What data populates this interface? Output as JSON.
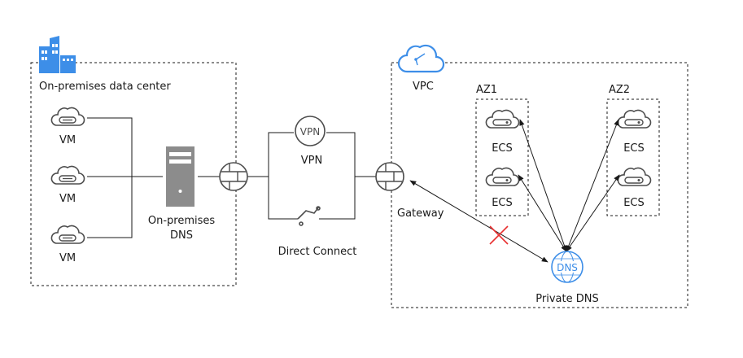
{
  "labels": {
    "onprem_title": "On-premises data center",
    "vm1": "VM",
    "vm2": "VM",
    "vm3": "VM",
    "onprem_dns_line1": "On-premises",
    "onprem_dns_line2": "DNS",
    "vpn_icon_text": "VPN",
    "vpn": "VPN",
    "direct_connect": "Direct Connect",
    "vpc": "VPC",
    "gateway": "Gateway",
    "az1": "AZ1",
    "az2": "AZ2",
    "ecs_az1_top": "ECS",
    "ecs_az1_bottom": "ECS",
    "ecs_az2_top": "ECS",
    "ecs_az2_bottom": "ECS",
    "dns_icon_text": "DNS",
    "private_dns": "Private DNS"
  },
  "colors": {
    "accent_blue": "#3d8ee8",
    "blocked_red": "#e83030",
    "line": "#1a1a1a",
    "icon_gray": "#4d4d4d"
  },
  "icons": [
    "building-icon",
    "cloud-icon",
    "vm-icon",
    "server-icon",
    "firewall-icon",
    "vpn-icon",
    "direct-connect-icon",
    "ecs-icon",
    "dns-icon",
    "blocked-x-icon"
  ]
}
